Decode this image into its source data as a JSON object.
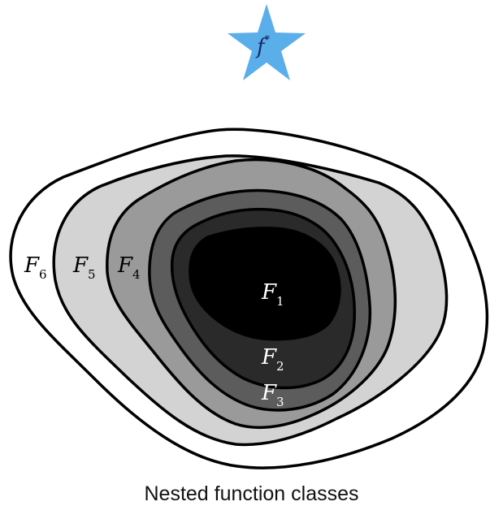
{
  "star": {
    "label": "f",
    "superscript": "*",
    "color": "#5aaeea"
  },
  "sets": [
    {
      "symbol": "F",
      "subscript": "6",
      "fill": "#ffffff"
    },
    {
      "symbol": "F",
      "subscript": "5",
      "fill": "#d3d3d3"
    },
    {
      "symbol": "F",
      "subscript": "4",
      "fill": "#9a9a9a"
    },
    {
      "symbol": "F",
      "subscript": "3",
      "fill": "#5c5c5c"
    },
    {
      "symbol": "F",
      "subscript": "2",
      "fill": "#2a2a2a"
    },
    {
      "symbol": "F",
      "subscript": "1",
      "fill": "#000000"
    }
  ],
  "caption": "Nested function classes"
}
